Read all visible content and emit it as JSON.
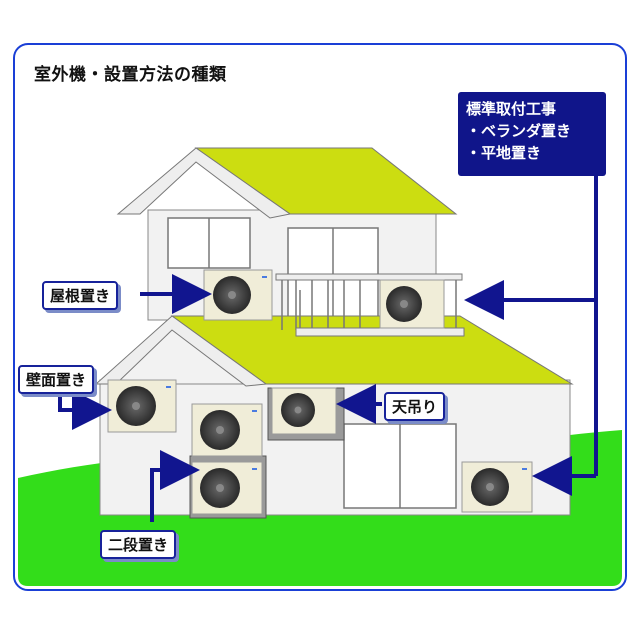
{
  "title": "室外機・設置方法の種類",
  "standard": {
    "heading": "標準取付工事",
    "items": [
      "・ベランダ置き",
      "・平地置き"
    ]
  },
  "labels": {
    "roof": "屋根置き",
    "wall": "壁面置き",
    "ceiling": "天吊り",
    "double": "二段置き"
  },
  "colors": {
    "frame": "#1a3fd6",
    "lawn": "#33dd1a",
    "roof": "#ccdd11",
    "arrow": "#11158f",
    "wall": "#f2f2f2"
  }
}
